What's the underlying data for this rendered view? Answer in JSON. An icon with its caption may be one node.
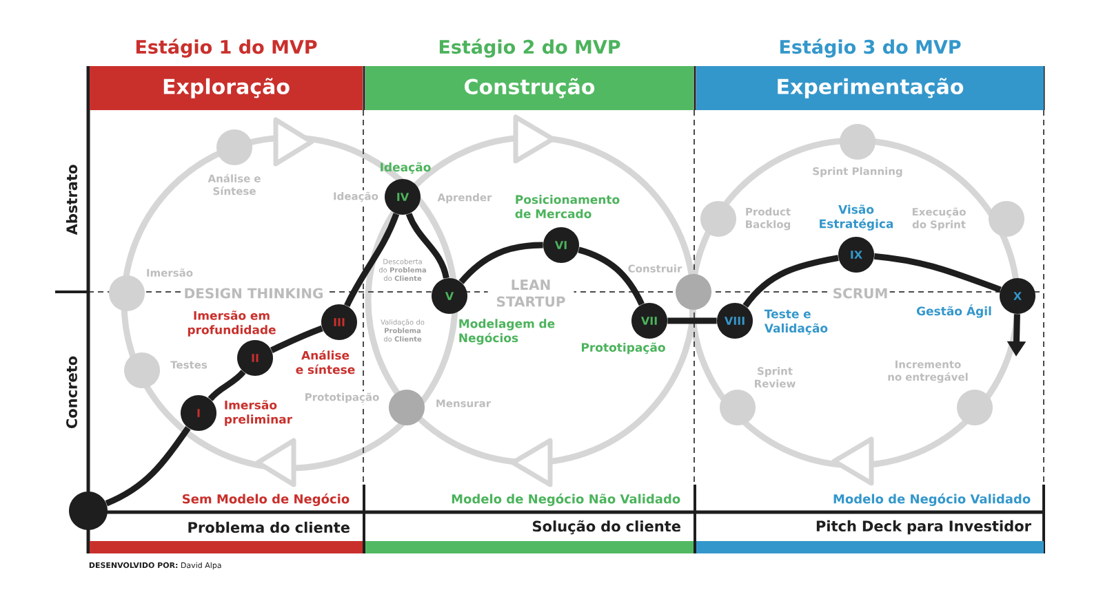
{
  "diagram": {
    "nodes": [
      {
        "text": [
          "Estágio 1 do MVP",
          "Exploração"
        ]
      },
      {
        "text": [
          "Estágio 2 do MVP",
          "Construção"
        ]
      },
      {
        "text": [
          "Estágio 3 do MVP",
          "Experimentação"
        ]
      },
      {
        "text": [],
        "shape": "circle"
      },
      {
        "text": [
          "I"
        ],
        "beside": [
          "Imersão preliminar"
        ]
      },
      {
        "text": [
          "II"
        ],
        "beside": [
          "Imersão em profundidade"
        ]
      },
      {
        "text": [
          "III"
        ],
        "beside": [
          "Análise e síntese"
        ]
      },
      {
        "text": [
          "IV"
        ],
        "beside": [
          "Ideação"
        ]
      },
      {
        "text": [
          "V"
        ],
        "beside": [
          "Modelagem de Negócios"
        ]
      },
      {
        "text": [
          "VI"
        ],
        "beside": [
          "Posicionamento de Mercado"
        ]
      },
      {
        "text": [
          "VII"
        ],
        "beside": [
          "Prototipação"
        ]
      },
      {
        "text": [
          "VIII"
        ],
        "beside": [
          "Teste e Validação"
        ]
      },
      {
        "text": [
          "IX"
        ],
        "beside": [
          "Visão Estratégica"
        ]
      },
      {
        "text": [
          "X"
        ],
        "beside": [
          "Gestão Ágil"
        ]
      },
      {
        "text": [
          "Problema do cliente"
        ]
      },
      {
        "text": [
          "Solução do cliente"
        ]
      },
      {
        "text": [
          "Pitch Deck para Investidor"
        ]
      }
    ],
    "edges": [
      {
        "from": 3,
        "to": 4,
        "arrow": "none"
      },
      {
        "from": 4,
        "to": 5,
        "arrow": "none"
      },
      {
        "from": 5,
        "to": 6,
        "arrow": "none"
      },
      {
        "from": 6,
        "to": 7,
        "arrow": "none"
      },
      {
        "from": 7,
        "to": 8,
        "arrow": "none"
      },
      {
        "from": 8,
        "to": 9,
        "arrow": "none"
      },
      {
        "from": 9,
        "to": 10,
        "arrow": "none"
      },
      {
        "from": 10,
        "to": 11,
        "arrow": "none"
      },
      {
        "from": 11,
        "to": 12,
        "arrow": "none"
      },
      {
        "from": 12,
        "to": 13,
        "arrow": "none"
      },
      {
        "from": 13,
        "to": null,
        "arrow": "to"
      }
    ],
    "labels": [
      "Abstrato",
      "Concreto",
      "Análise e Síntese",
      "Ideação",
      "Aprender",
      "Descoberta do **Problema** do **Cliente**",
      "Imersão",
      "Construir",
      "DESIGN THINKING",
      "LEAN STARTUP",
      "Validação do **Problema** do **Cliente**",
      "Testes",
      "Prototipação",
      "Mensurar",
      "Sprint Planning",
      "Product Backlog",
      "Execução do Sprint",
      "SCRUM",
      "Sprint Review",
      "Incremento no entregável",
      "Sem Modelo de Negócio",
      "Modelo de Negócio Não Validado",
      "Modelo de Negócio Validado",
      "**DESENVOLVIDO POR:** David Alpa"
    ]
  }
}
